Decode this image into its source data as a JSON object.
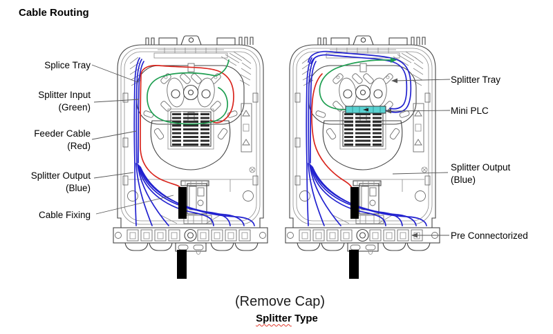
{
  "title": "Cable Routing",
  "labels": {
    "splice_tray": "Splice Tray",
    "splitter_input_1": "Splitter Input",
    "splitter_input_2": "(Green)",
    "feeder_cable_1": "Feeder Cable",
    "feeder_cable_2": "(Red)",
    "splitter_output_left_1": "Splitter Output",
    "splitter_output_left_2": "(Blue)",
    "cable_fixing": "Cable Fixing",
    "splitter_tray": "Splitter Tray",
    "mini_plc": "Mini PLC",
    "splitter_output_right_1": "Splitter Output",
    "splitter_output_right_2": "(Blue)",
    "pre_connectorized": "Pre Connectorized"
  },
  "captions": {
    "remove_cap": "(Remove Cap)",
    "splitter_type_word1": "Splitter",
    "splitter_type_word2": " Type"
  },
  "colors": {
    "feeder_cable_red": "#d9251d",
    "splitter_input_green": "#1d9e50",
    "splitter_output_blue": "#2121cf",
    "mini_plc_cyan": "#5ad2d2",
    "leader_line_gray": "#565656"
  }
}
